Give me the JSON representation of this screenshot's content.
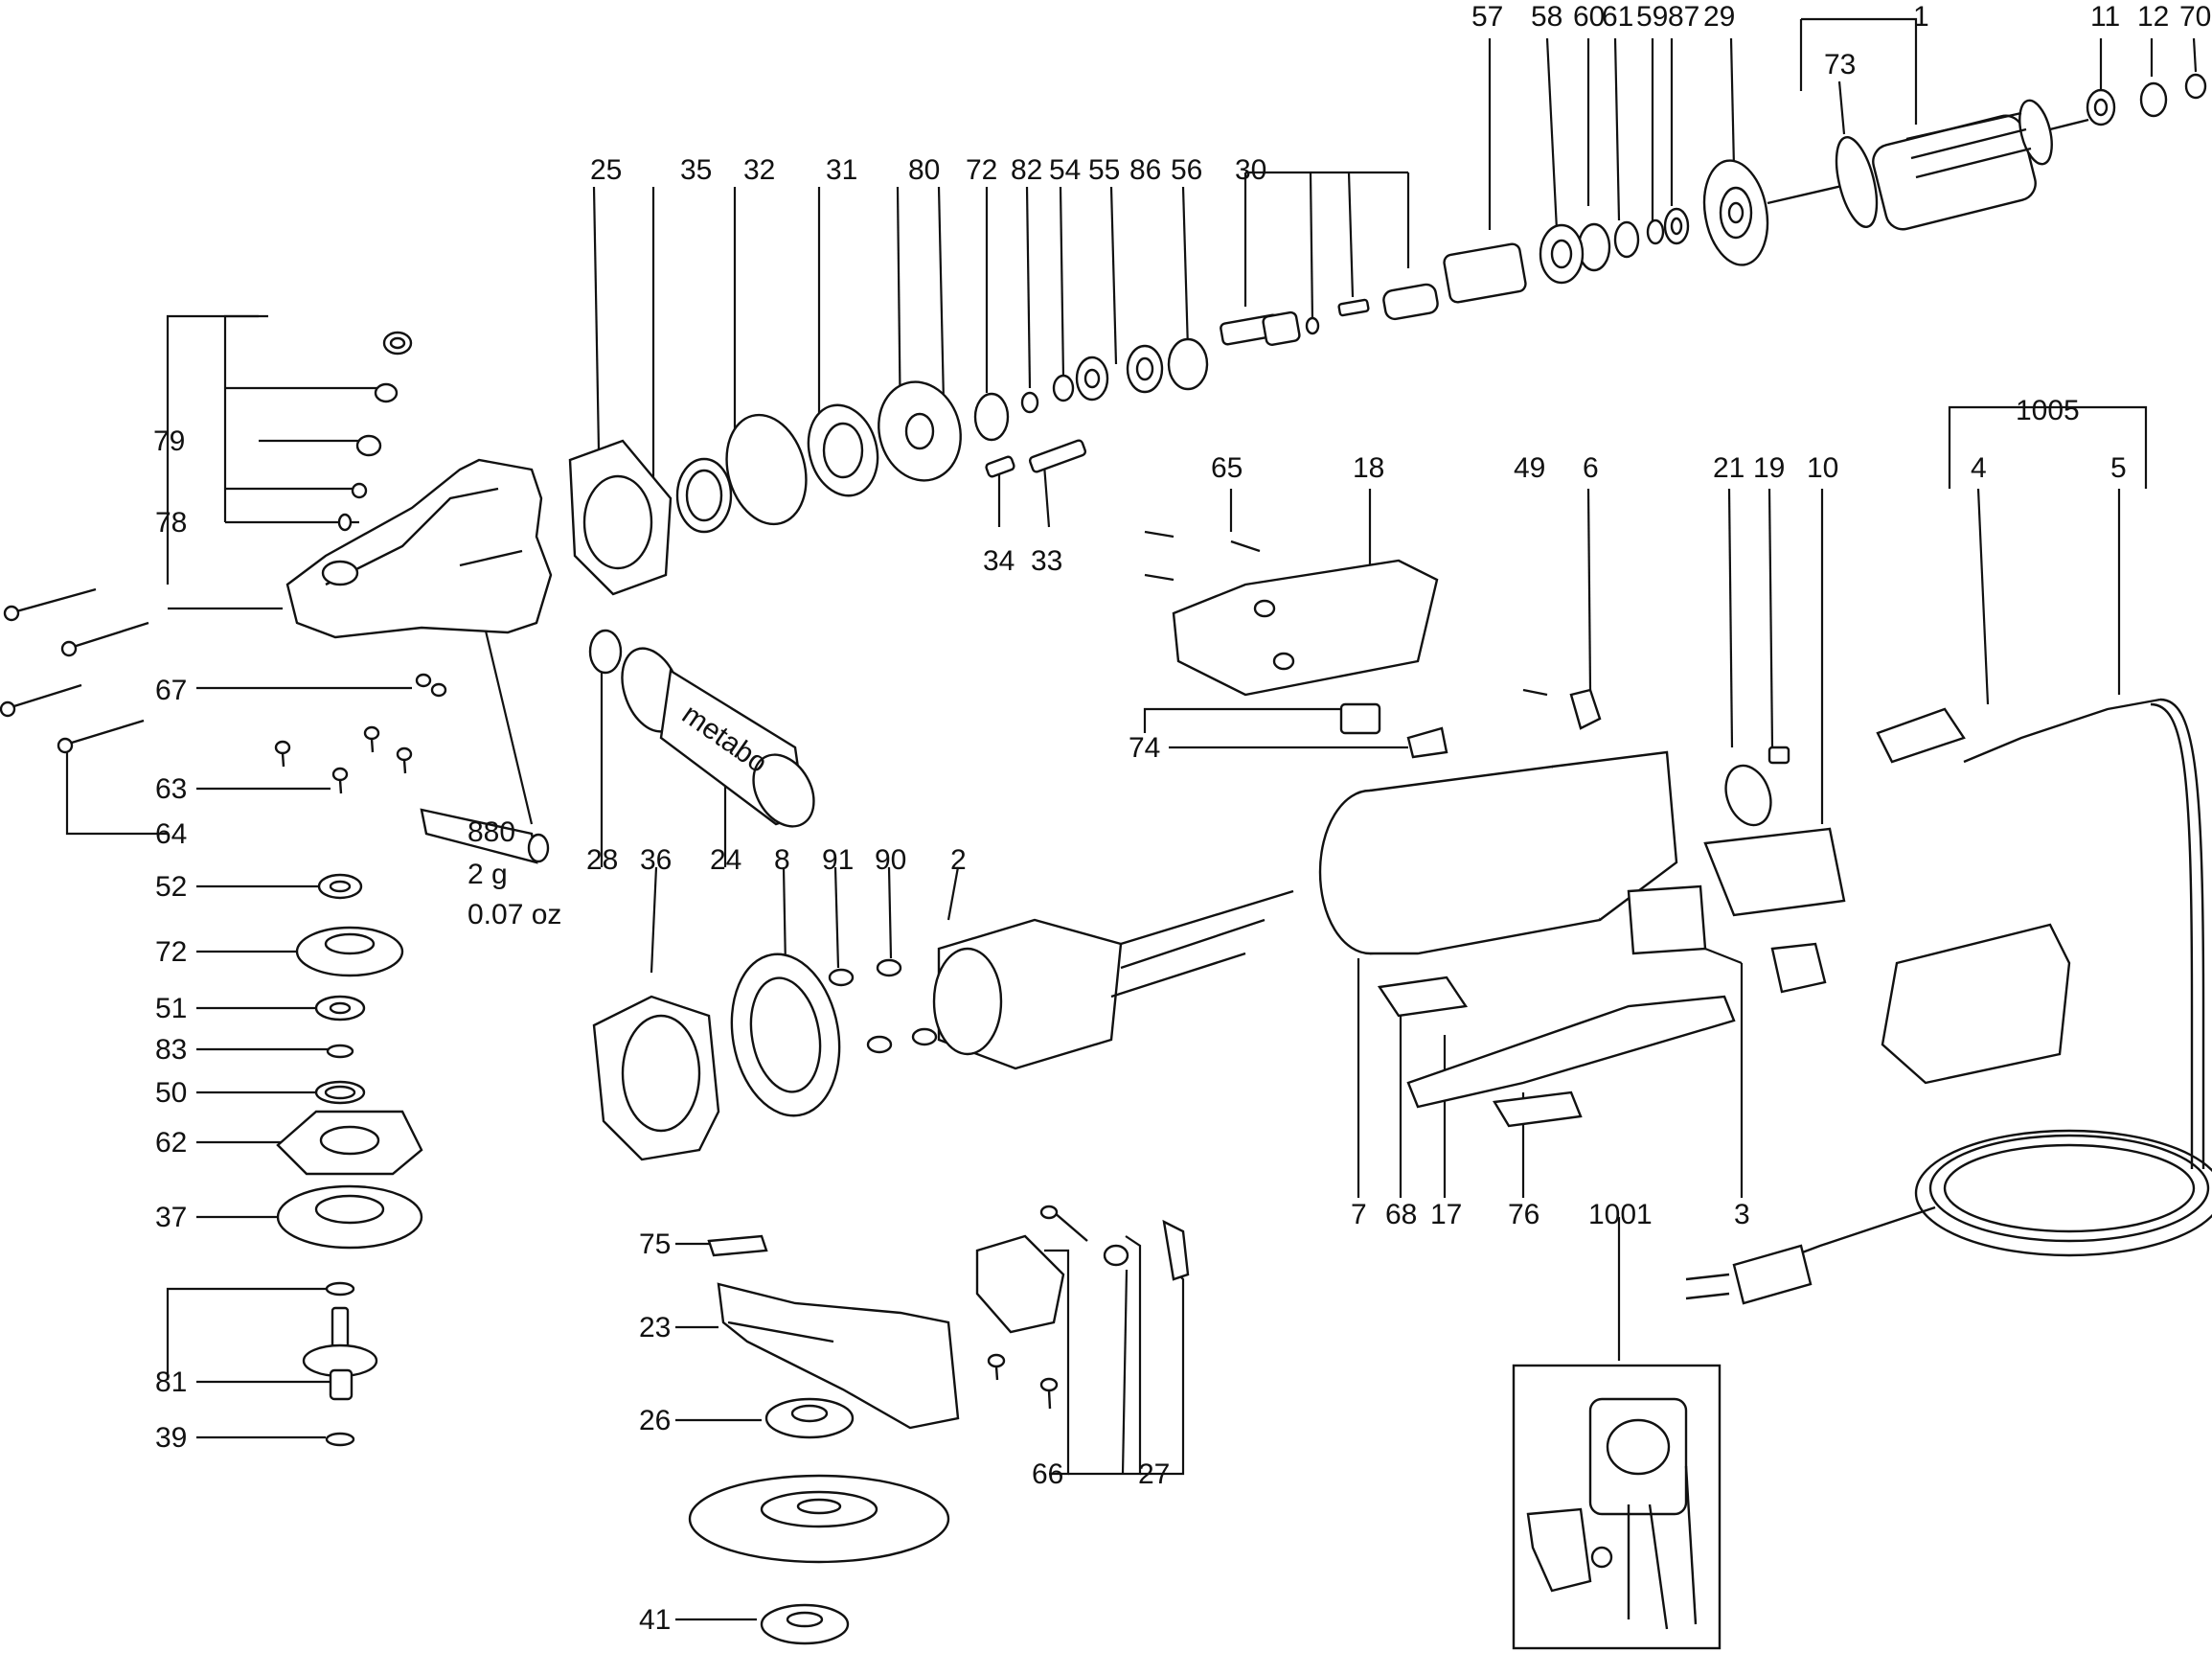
{
  "diagram": {
    "title": "Exploded parts diagram - angle grinder",
    "part_labels": {
      "p1": "1",
      "p2": "2",
      "p3": "3",
      "p4": "4",
      "p5": "5",
      "p6": "6",
      "p7": "7",
      "p8": "8",
      "p10": "10",
      "p11": "11",
      "p12": "12",
      "p17": "17",
      "p18": "18",
      "p19": "19",
      "p21": "21",
      "p23": "23",
      "p24": "24",
      "p25": "25",
      "p26": "26",
      "p27": "27",
      "p28": "28",
      "p29": "29",
      "p30": "30",
      "p31": "31",
      "p32": "32",
      "p33": "33",
      "p34": "34",
      "p35": "35",
      "p36": "36",
      "p37": "37",
      "p39": "39",
      "p41": "41",
      "p49": "49",
      "p50": "50",
      "p51": "51",
      "p52": "52",
      "p54": "54",
      "p55": "55",
      "p56": "56",
      "p57": "57",
      "p58": "58",
      "p59": "59",
      "p60": "60",
      "p61": "61",
      "p62": "62",
      "p63": "63",
      "p64": "64",
      "p65": "65",
      "p66": "66",
      "p67": "67",
      "p68": "68",
      "p70": "70",
      "p72a": "72",
      "p72b": "72",
      "p73": "73",
      "p74": "74",
      "p75": "75",
      "p76": "76",
      "p78": "78",
      "p79": "79",
      "p80": "80",
      "p81": "81",
      "p82": "82",
      "p83": "83",
      "p86": "86",
      "p87": "87",
      "p90": "90",
      "p91": "91",
      "p880": "880",
      "p1001": "1001",
      "p1005": "1005"
    },
    "grease_amount": "2 g",
    "grease_amount_oz": "0.07 oz",
    "brand_text": "metabo"
  },
  "colors": {
    "line": "#111111",
    "background": "#ffffff"
  }
}
